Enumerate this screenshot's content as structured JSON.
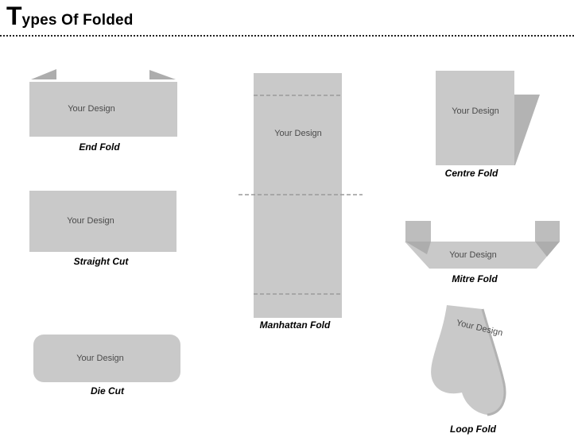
{
  "header": {
    "title_initial": "T",
    "title_rest": "ypes Of Folded"
  },
  "folds": {
    "end_fold": {
      "label": "End Fold",
      "design_text": "Your Design"
    },
    "straight_cut": {
      "label": "Straight Cut",
      "design_text": "Your Design"
    },
    "die_cut": {
      "label": "Die Cut",
      "design_text": "Your Design"
    },
    "manhattan_fold": {
      "label": "Manhattan Fold",
      "design_text": "Your Design"
    },
    "centre_fold": {
      "label": "Centre Fold",
      "design_text": "Your Design"
    },
    "mitre_fold": {
      "label": "Mitre Fold",
      "design_text": "Your Design"
    },
    "loop_fold": {
      "label": "Loop Fold",
      "design_text": "Your Design"
    }
  },
  "colors": {
    "shape_gray": "#c9c9c9",
    "fold_dark_gray": "#adadad",
    "tab_gray": "#bdbdbd",
    "back_fold_gray": "#b3b3b3",
    "dash_gray": "#9a9a9a",
    "curl_shade_gray": "#b2b2b2",
    "design_text_color": "#4a4a4a",
    "title_color": "#000000"
  }
}
